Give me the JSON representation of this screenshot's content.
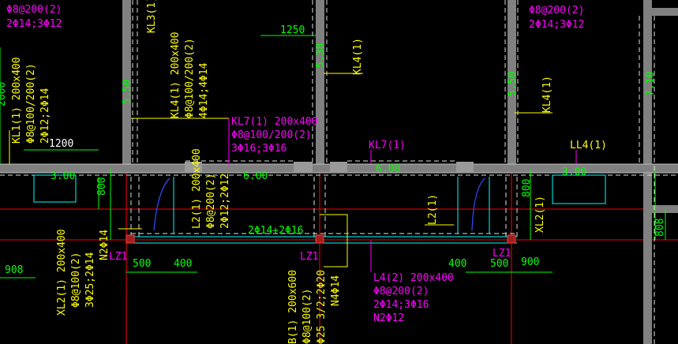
{
  "colors": {
    "background": "#000000",
    "wall": "#808080",
    "axis": "#ff0000",
    "beam_dash": "#ffffff",
    "label_yellow": "#ffff00",
    "label_magenta": "#ff00ff",
    "dimension_green": "#00ff00",
    "cyan": "#00ffff"
  },
  "labels": {
    "tl_stirrup": "Φ8@200(2)",
    "tl_bars": "2Φ14;3Φ12",
    "tr_stirrup": "Φ8@200(2)",
    "tr_bars": "2Φ14;3Φ12",
    "kl3": "KL3(1)",
    "kl4_center": "KL4(1)",
    "kl4_left_name": "KL4(1) 200x400",
    "kl4_left_stirrup": "Φ8@100/200(2)",
    "kl4_left_bars": "4Φ14;4Φ14",
    "kl4_right": "KL4(1)",
    "kl1_name": "KL1(1) 200x400",
    "kl1_stirrup": "Φ8@100/200(2)",
    "kl1_bars": "2Φ12;2Φ14",
    "kl7_name": "KL7(1) 200x400",
    "kl7_stirrup": "Φ8@100/200(2)",
    "kl7_bars": "3Φ16;3Φ16",
    "kl7_right": "KL7(1)",
    "ll4": "LL4(1)",
    "l2_left_name": "L2(1) 200x400",
    "l2_left_stirrup": "Φ8@200(2)",
    "l2_left_bars": "2Φ12;2Φ12",
    "l2_right": "L2(1)",
    "bottom_bar": "2Φ14+2Φ16",
    "x12_left_name": "XL2(1) 200x400",
    "x12_left_stirrup": "Φ8@100(2)",
    "x12_left_bars": "3Φ25;2Φ14",
    "x12_left_extra": "N2Φ14",
    "xl2_right": "XL2(1)",
    "lz1_left": "LZ1",
    "lz1_center": "LZ1",
    "lz1_right": "LZ1",
    "l4_name": "L4(2) 200x400",
    "l4_stirrup": "Φ8@200(2)",
    "l4_bars": "2Φ14;3Φ16",
    "l4_extra": "N2Φ12",
    "b_bottom_name": "B(1) 200x600",
    "b_bottom_stirrup": "Φ8@100(2)",
    "b_bottom_bars": "Φ25 3/2;2Φ20",
    "b_bottom_extra": "N4Φ14",
    "ell_left": "3.00",
    "ell_center": "6.00",
    "ell_center2": "6.00",
    "ell_right": "3.00",
    "elev_550_left": "5.50",
    "elev_550_center": "5.38",
    "elev_550_right": "5.50",
    "elev_710": "7.10"
  },
  "dimensions": {
    "d1250": "1250",
    "d1200": "1200",
    "d800_left": "800",
    "d800_right": "800",
    "d808": "808",
    "d908": "908",
    "d500_left": "500",
    "d400_left": "400",
    "d400_right": "400",
    "d500_right": "500",
    "d900_right": "900",
    "d2000": "2000"
  }
}
